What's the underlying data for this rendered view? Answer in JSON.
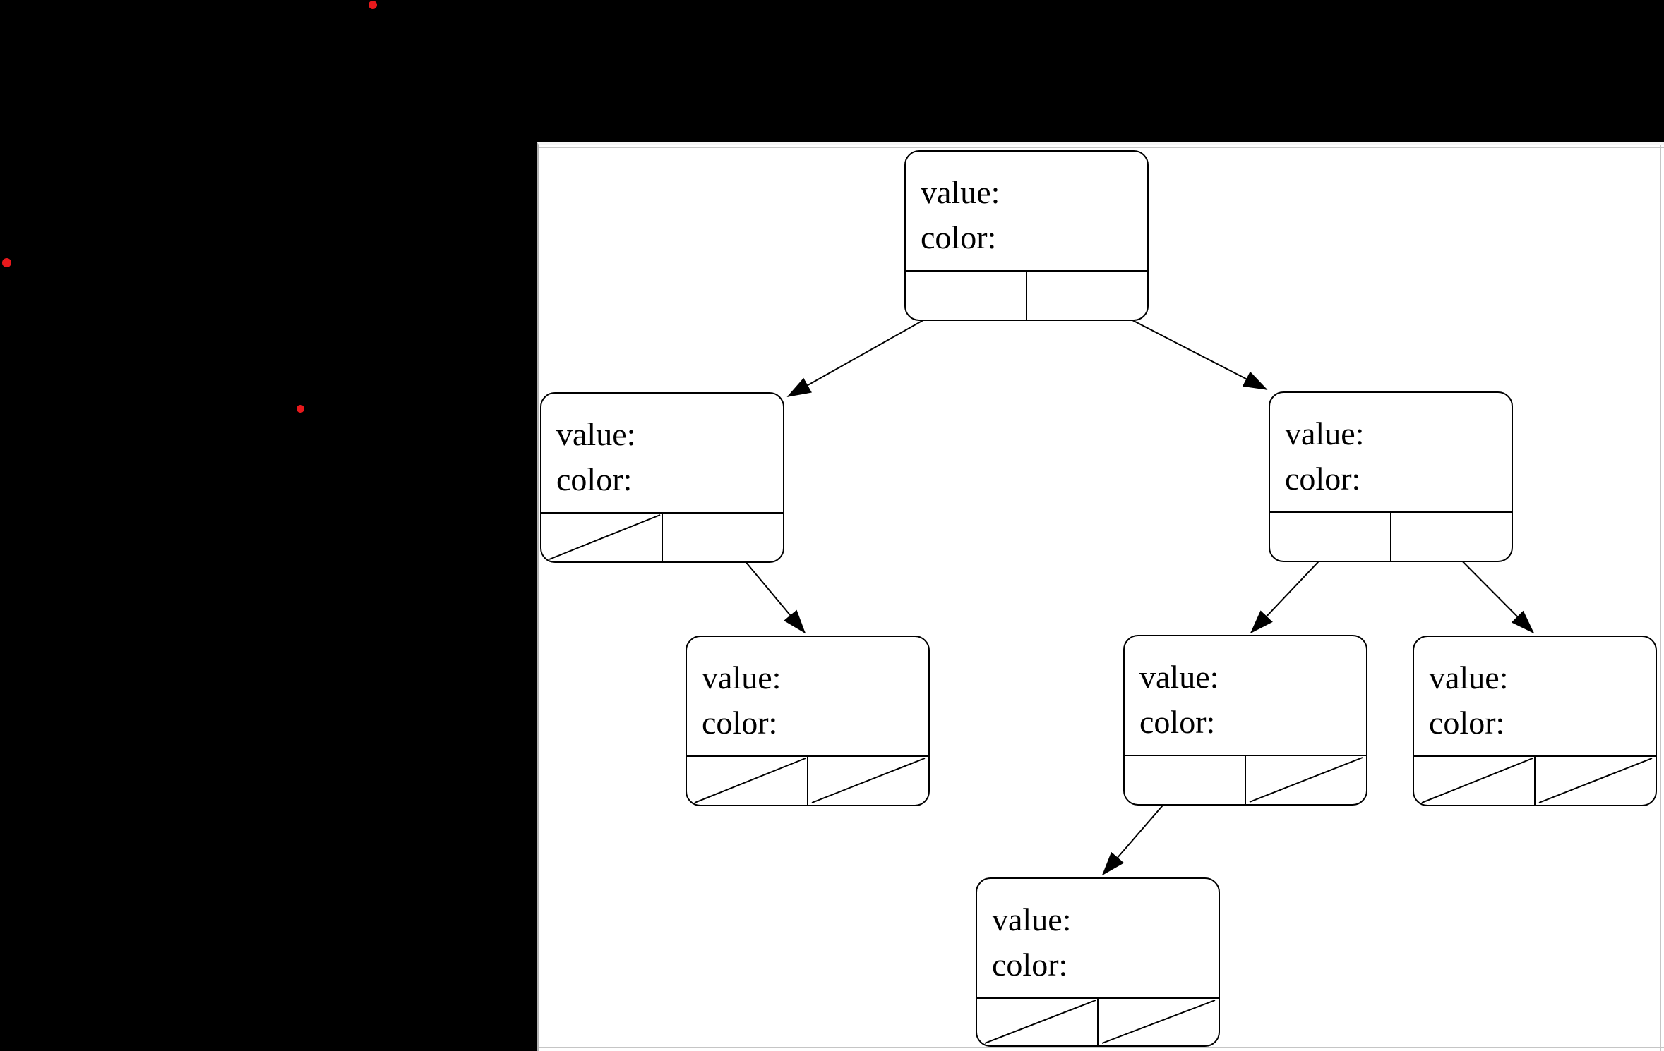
{
  "document": {
    "type": "binary-tree-node-diagram",
    "desktop_background_color": "#000000",
    "page_background_color": "#ffffff",
    "page_border_color": "#c5c5c5",
    "diagram_line_color": "#000000",
    "pointer_dot_color": "#e8191c",
    "pointer_dot_count": 3
  },
  "labels": {
    "value": "value:",
    "color": "color:"
  },
  "tree": {
    "node_fields": [
      "value:",
      "color:"
    ],
    "nodes": [
      {
        "id": "root",
        "left_pointer": "child",
        "right_pointer": "child"
      },
      {
        "id": "root.left",
        "left_pointer": "null",
        "right_pointer": "child"
      },
      {
        "id": "root.right",
        "left_pointer": "child",
        "right_pointer": "child"
      },
      {
        "id": "root.left.right",
        "left_pointer": "null",
        "right_pointer": "null"
      },
      {
        "id": "root.right.left",
        "left_pointer": "child",
        "right_pointer": "null"
      },
      {
        "id": "root.right.right",
        "left_pointer": "null",
        "right_pointer": "null"
      },
      {
        "id": "root.right.left.left",
        "left_pointer": "null",
        "right_pointer": "null"
      }
    ],
    "edges": [
      [
        "root",
        "root.left"
      ],
      [
        "root",
        "root.right"
      ],
      [
        "root.left",
        "root.left.right"
      ],
      [
        "root.right",
        "root.right.left"
      ],
      [
        "root.right",
        "root.right.right"
      ],
      [
        "root.right.left",
        "root.right.left.left"
      ]
    ]
  }
}
